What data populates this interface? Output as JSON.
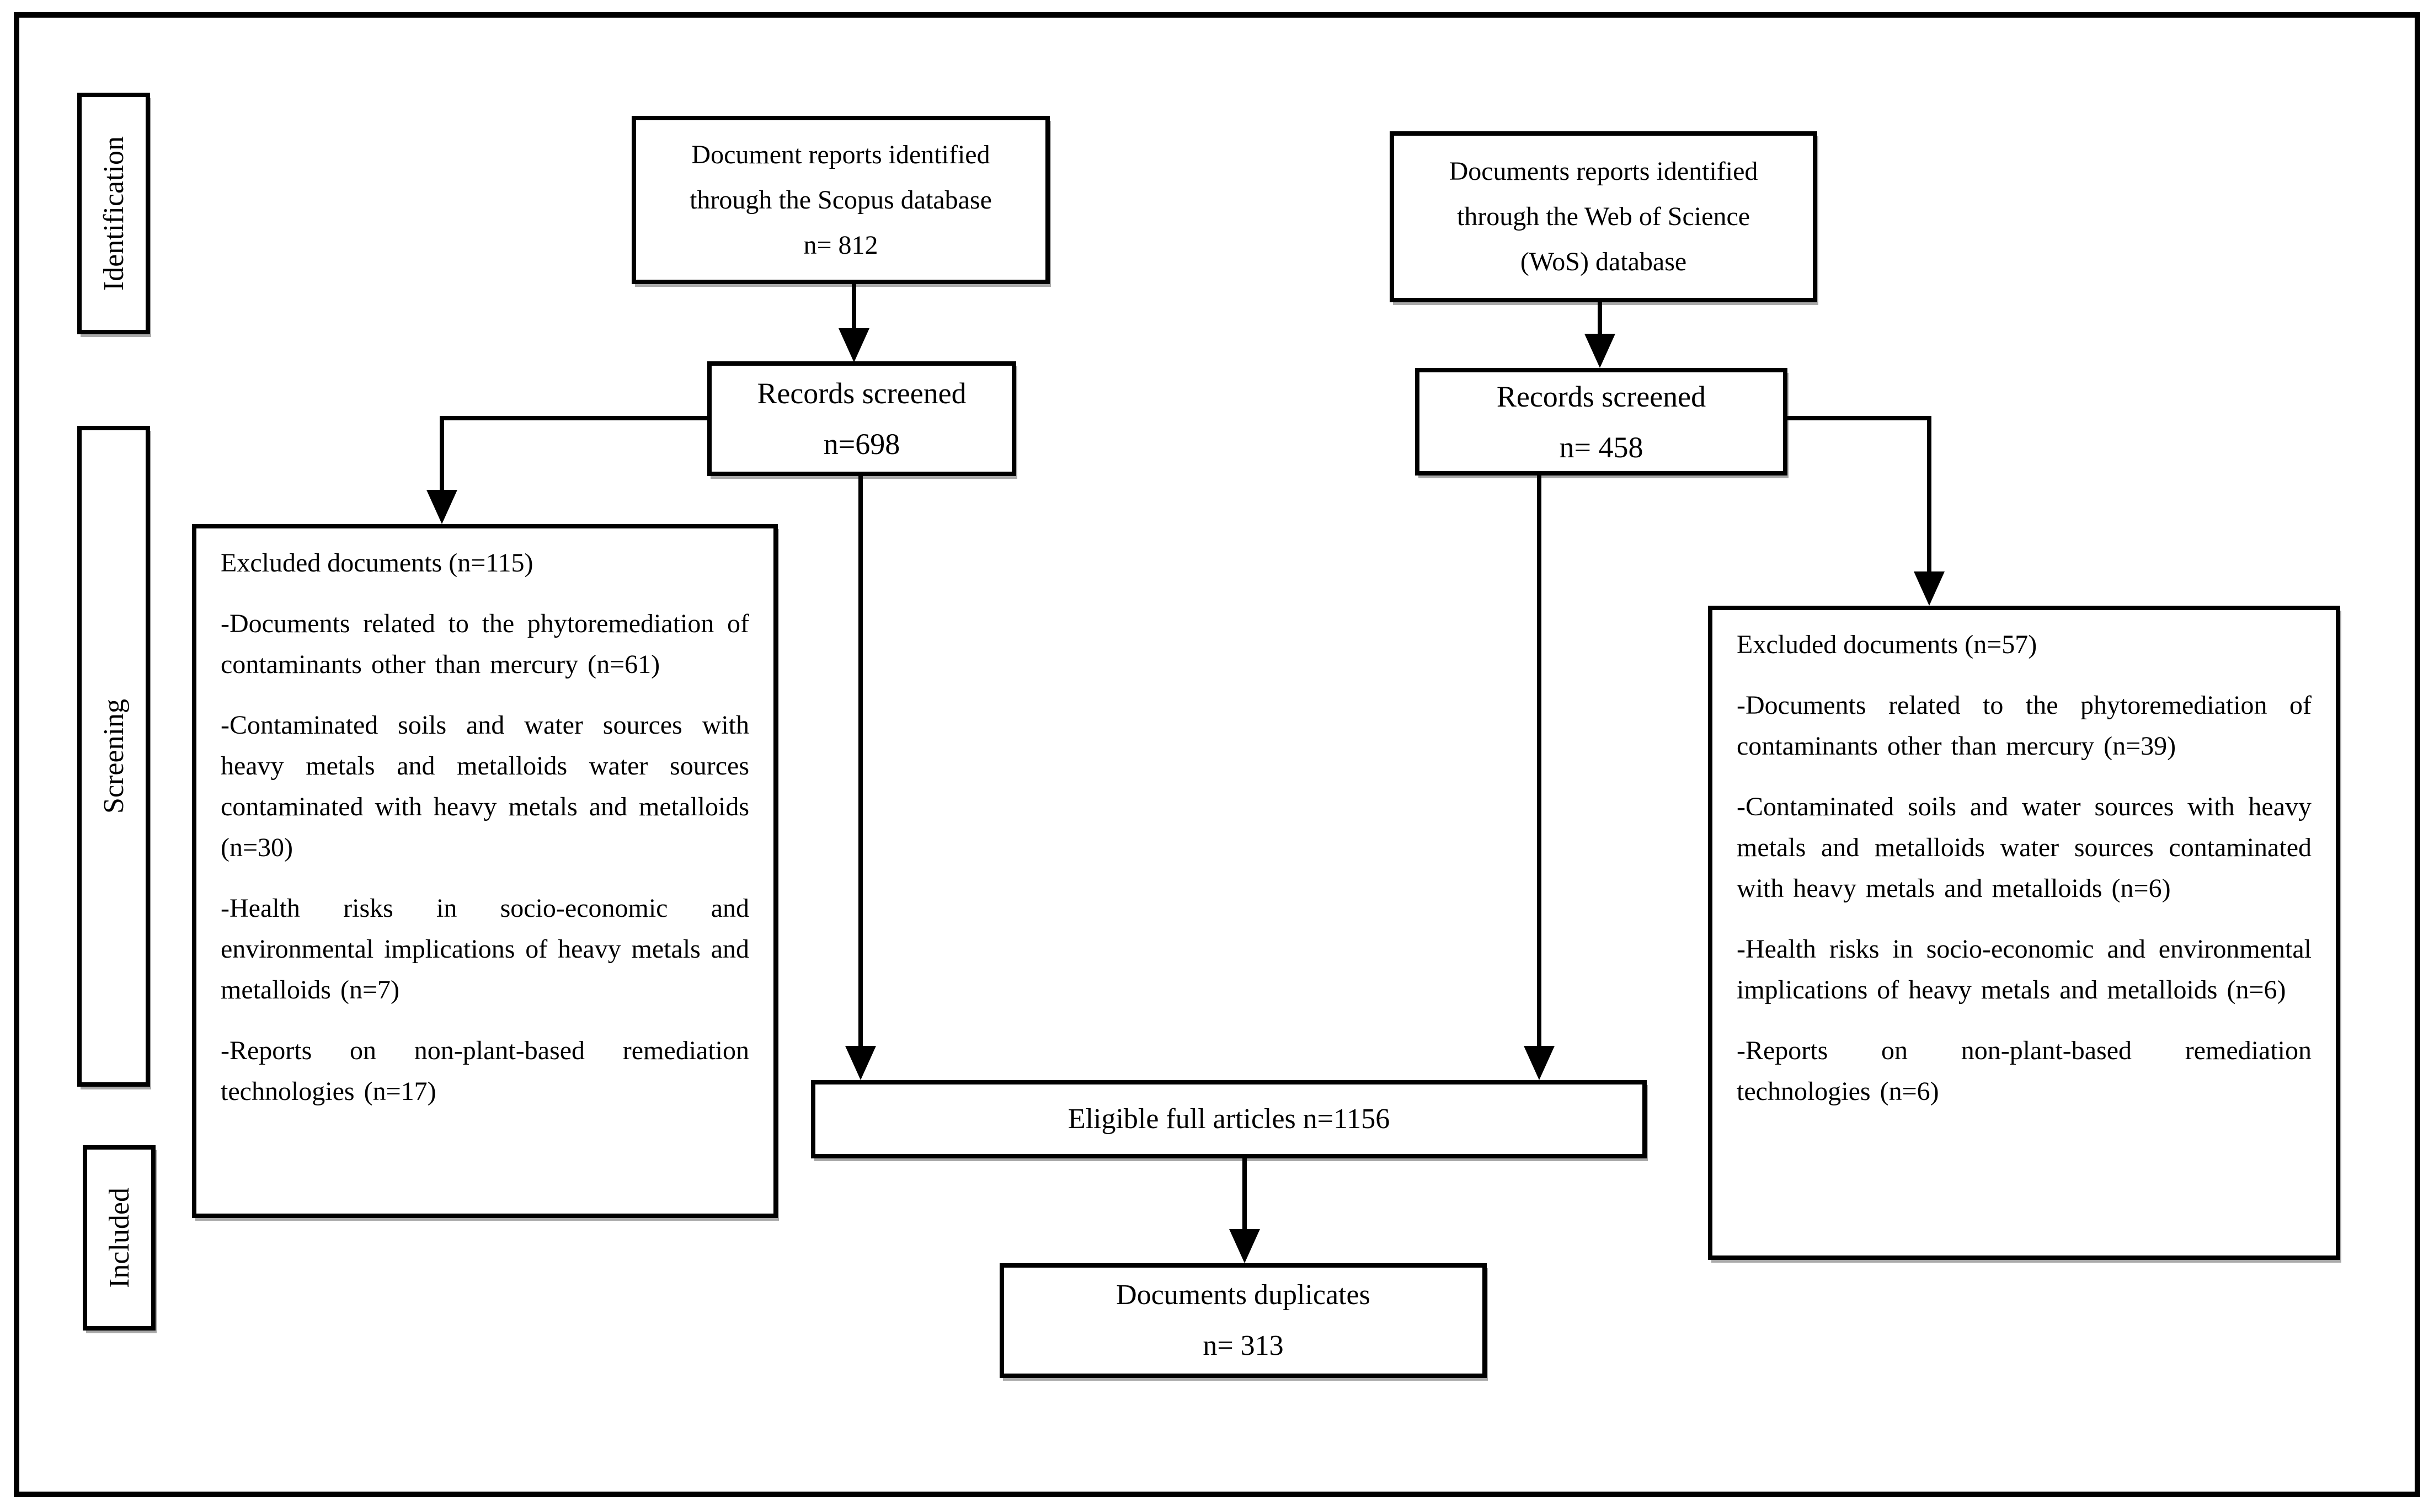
{
  "figure": {
    "type": "prisma-flow-diagram",
    "colors": {
      "ink": "#000000",
      "paper": "#ffffff"
    },
    "stages": [
      {
        "label": "Identification"
      },
      {
        "label": "Screening"
      },
      {
        "label": "Included"
      }
    ],
    "boxes": {
      "scopus": {
        "line1": "Document reports identified",
        "line2": "through the Scopus database",
        "line3": "n= 812"
      },
      "wos": {
        "line1": "Documents reports identified",
        "line2": "through the Web of Science",
        "line3": "(WoS) database"
      },
      "screened_scopus": {
        "line1": "Records screened",
        "line2": "n=698"
      },
      "screened_wos": {
        "line1": "Records screened",
        "line2": "n= 458"
      },
      "excluded_scopus": {
        "title": "Excluded documents (n=115)",
        "items": [
          "-Documents related to the phytoremediation of contaminants other than mercury (n=61)",
          "-Contaminated soils and water sources with heavy metals and metalloids water sources contaminated with heavy metals and metalloids (n=30)",
          "-Health risks in socio-economic and environmental implications of heavy metals and metalloids (n=7)",
          "-Reports on non-plant-based remediation technologies (n=17)"
        ]
      },
      "excluded_wos": {
        "title": "Excluded documents (n=57)",
        "items": [
          "-Documents related to the phytoremediation of contaminants other than mercury (n=39)",
          "-Contaminated soils and water sources with heavy metals and metalloids water sources contaminated with heavy metals and metalloids (n=6)",
          "-Health risks in socio-economic and environmental implications of heavy metals and metalloids (n=6)",
          "-Reports on non-plant-based remediation technologies (n=6)"
        ]
      },
      "eligible": {
        "line1": "Eligible full articles n=1156"
      },
      "duplicates": {
        "line1": "Documents duplicates",
        "line2": "n= 313"
      }
    }
  }
}
